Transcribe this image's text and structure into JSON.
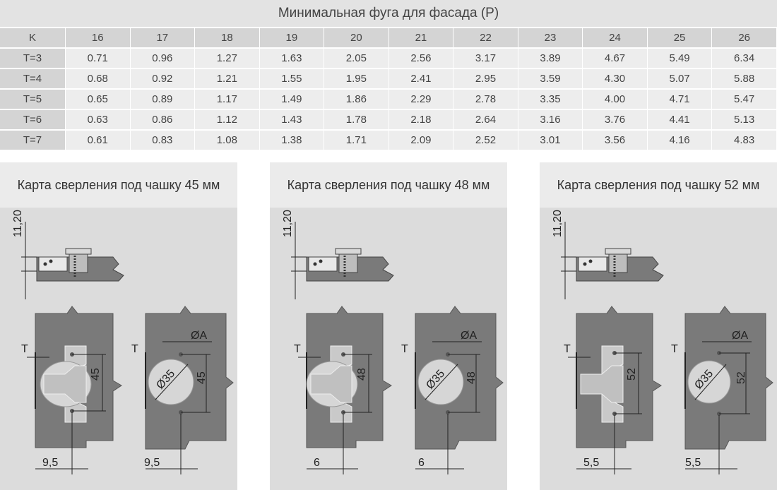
{
  "table": {
    "title": "Минимальная фуга для фасада (P)",
    "header_label": "K",
    "k_values": [
      "16",
      "17",
      "18",
      "19",
      "20",
      "21",
      "22",
      "23",
      "24",
      "25",
      "26"
    ],
    "rows": [
      {
        "label": "T=3",
        "values": [
          "0.71",
          "0.96",
          "1.27",
          "1.63",
          "2.05",
          "2.56",
          "3.17",
          "3.89",
          "4.67",
          "5.49",
          "6.34"
        ]
      },
      {
        "label": "T=4",
        "values": [
          "0.68",
          "0.92",
          "1.21",
          "1.55",
          "1.95",
          "2.41",
          "2.95",
          "3.59",
          "4.30",
          "5.07",
          "5.88"
        ]
      },
      {
        "label": "T=5",
        "values": [
          "0.65",
          "0.89",
          "1.17",
          "1.49",
          "1.86",
          "2.29",
          "2.78",
          "3.35",
          "4.00",
          "4.71",
          "5.47"
        ]
      },
      {
        "label": "T=6",
        "values": [
          "0.63",
          "0.86",
          "1.12",
          "1.43",
          "1.78",
          "2.18",
          "2.64",
          "3.16",
          "3.76",
          "4.41",
          "5.13"
        ]
      },
      {
        "label": "T=7",
        "values": [
          "0.61",
          "0.83",
          "1.08",
          "1.38",
          "1.71",
          "2.09",
          "2.52",
          "3.01",
          "3.56",
          "4.16",
          "4.83"
        ]
      }
    ]
  },
  "panels": [
    {
      "title": "Карта сверления под чашку 45 мм",
      "height": "11,20",
      "t_label": "T",
      "spacing": "45",
      "diameter": "Ø35",
      "hole_label": "ØA",
      "offset_left": "9,5",
      "offset_right": "9,5"
    },
    {
      "title": "Карта сверления под чашку 48 мм",
      "height": "11,20",
      "t_label": "T",
      "spacing": "48",
      "diameter": "Ø35",
      "hole_label": "ØA",
      "offset_left": "6",
      "offset_right": "6"
    },
    {
      "title": "Карта сверления под чашку 52 мм",
      "height": "11,20",
      "t_label": "T",
      "spacing": "52",
      "diameter": "Ø35",
      "hole_label": "ØA",
      "offset_left": "5,5",
      "offset_right": "5,5"
    }
  ]
}
